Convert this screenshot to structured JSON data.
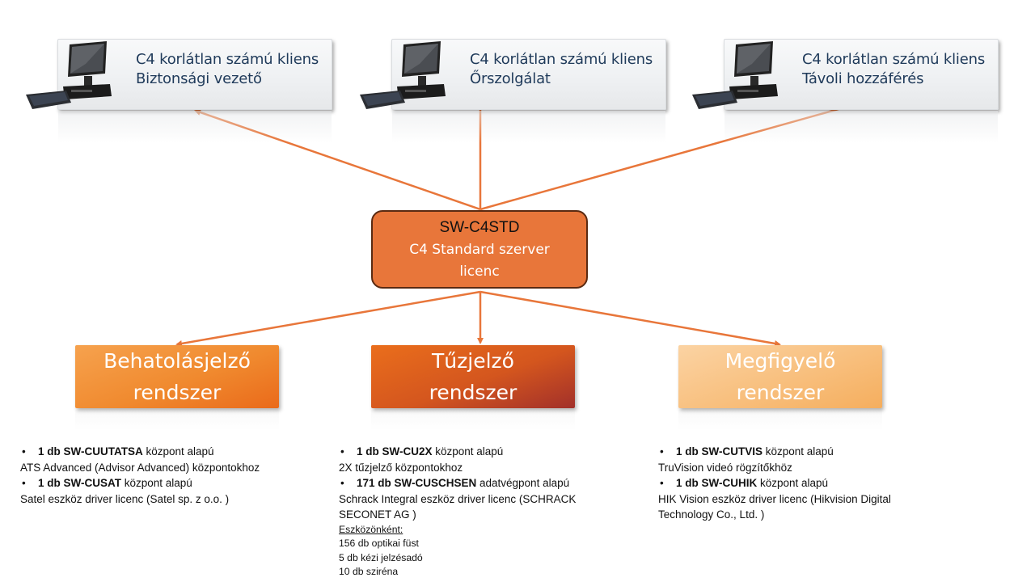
{
  "clients": [
    {
      "title": "C4 korlátlan számú kliens",
      "role": "Biztonsági vezető",
      "icon": "desktop-computer-icon"
    },
    {
      "title": "C4 korlátlan számú kliens",
      "role": "Őrszolgálat",
      "icon": "desktop-computer-icon"
    },
    {
      "title": "C4 korlátlan számú kliens",
      "role": "Távoli hozzáférés",
      "icon": "desktop-computer-icon"
    }
  ],
  "server": {
    "code": "SW-C4STD",
    "name": "C4 Standard szerver licenc"
  },
  "systems": [
    {
      "line1": "Behatolásjelző",
      "line2": "rendszer"
    },
    {
      "line1": "Tűzjelző",
      "line2": "rendszer"
    },
    {
      "line1": "Megfigyelő",
      "line2": "rendszer"
    }
  ],
  "details": [
    {
      "items": [
        {
          "bold": "1 db SW-CUUTATSA",
          "rest": " központ alapú",
          "desc": "ATS Advanced (Advisor Advanced) központokhoz"
        },
        {
          "bold": "1 db SW-CUSAT",
          "rest": " központ alapú",
          "desc": "Satel eszköz driver licenc (Satel sp. z o.o. )"
        }
      ]
    },
    {
      "items": [
        {
          "bold": "1 db SW-CU2X",
          "rest": " központ alapú",
          "desc": "2X tűzjelző központokhoz"
        },
        {
          "bold": "171 db SW-CUSCHSEN",
          "rest": " adatvégpont alapú",
          "desc": "Schrack Integral eszköz driver licenc (SCHRACK",
          "desc2": "SECONET AG )"
        }
      ],
      "breakdown_title": "Eszközönként:",
      "breakdown": [
        "156 db optikai füst",
        "5 db kézi jelzésadó",
        "10 db sziréna"
      ]
    },
    {
      "items": [
        {
          "bold": "1 db SW-CUTVIS",
          "rest": " központ alapú",
          "desc": "TruVision videó rögzítőkhöz"
        },
        {
          "bold": "1 db SW-CUHIK",
          "rest": " központ alapú",
          "desc": "HIK Vision eszköz driver licenc (Hikvision Digital",
          "desc2": "Technology Co., Ltd. )"
        }
      ]
    }
  ],
  "colors": {
    "arrow": "#e8763a",
    "server_fill": "#e8763a",
    "server_border": "#5a2a12",
    "client_text": "#1f3a5a"
  }
}
